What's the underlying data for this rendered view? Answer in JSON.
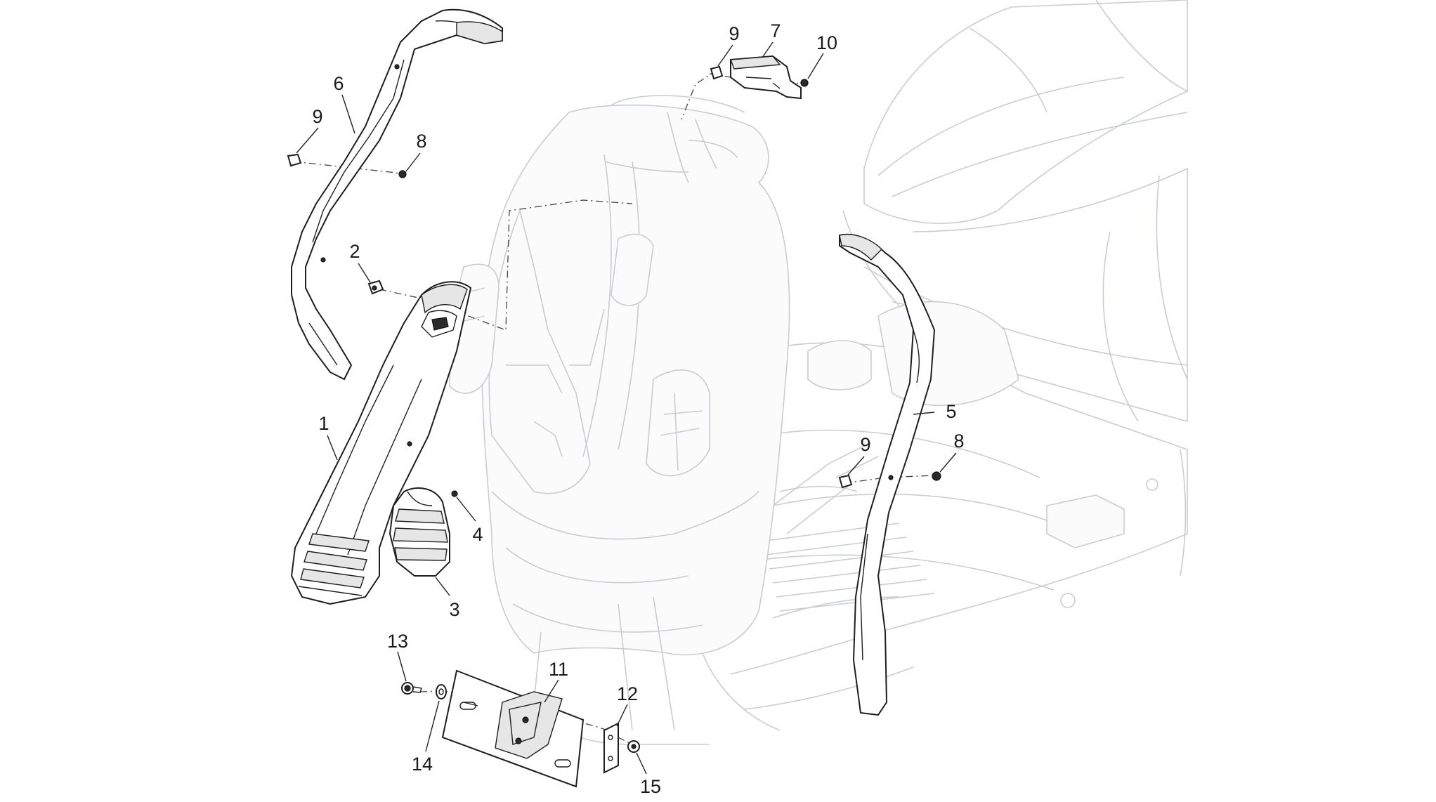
{
  "callouts": [
    {
      "id": "1",
      "label": "1"
    },
    {
      "id": "2",
      "label": "2"
    },
    {
      "id": "3",
      "label": "3"
    },
    {
      "id": "4",
      "label": "4"
    },
    {
      "id": "5",
      "label": "5"
    },
    {
      "id": "6",
      "label": "6"
    },
    {
      "id": "7",
      "label": "7"
    },
    {
      "id": "8a",
      "label": "8"
    },
    {
      "id": "8b",
      "label": "8"
    },
    {
      "id": "9a",
      "label": "9"
    },
    {
      "id": "9b",
      "label": "9"
    },
    {
      "id": "9c",
      "label": "9"
    },
    {
      "id": "10",
      "label": "10"
    },
    {
      "id": "11",
      "label": "11"
    },
    {
      "id": "12",
      "label": "12"
    },
    {
      "id": "13",
      "label": "13"
    },
    {
      "id": "14",
      "label": "14"
    },
    {
      "id": "15",
      "label": "15"
    }
  ]
}
